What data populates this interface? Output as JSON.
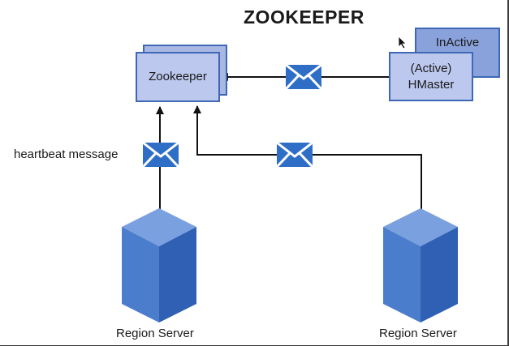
{
  "title": "ZOOKEEPER",
  "zookeeper": {
    "label": "Zookeeper"
  },
  "hmaster": {
    "inactive_label": "InActive",
    "active_line1": "(Active)",
    "active_line2": "HMaster"
  },
  "heartbeat": {
    "label": "heartbeat message"
  },
  "region_servers": [
    {
      "label": "Region Server"
    },
    {
      "label": "Region Server"
    }
  ],
  "colors": {
    "box_border": "#3e67b5",
    "box_fill": "#bcc8ee",
    "inactive_fill": "#8aa2dc",
    "envelope": "#2f6ec6",
    "server_front": "#4a7dcb",
    "server_side": "#2f60b3",
    "server_top": "#7aa0df",
    "line": "#111111"
  },
  "icons": [
    "envelope-icon",
    "server-icon",
    "arrow-head-icon",
    "mouse-cursor-icon"
  ]
}
